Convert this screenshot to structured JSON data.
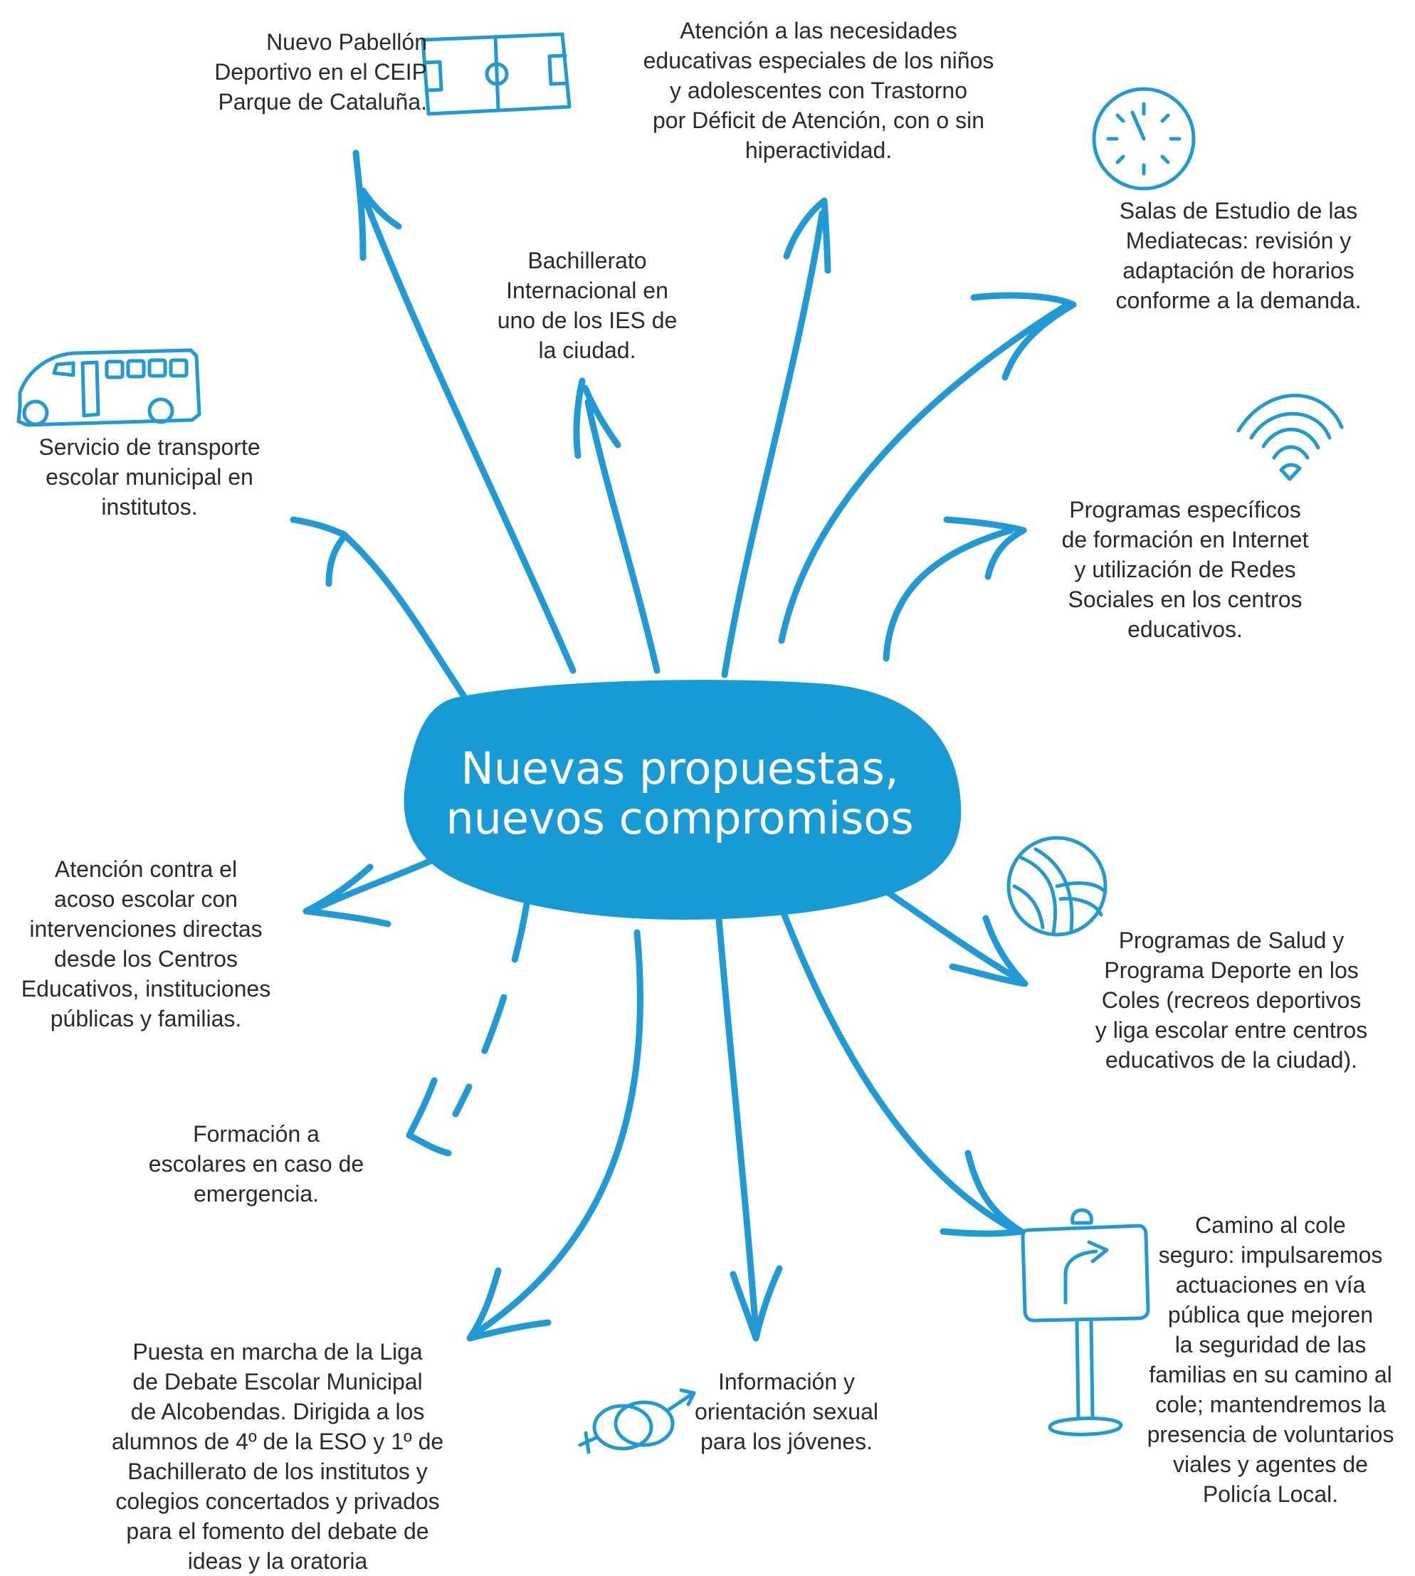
{
  "diagram": {
    "type": "mind-map",
    "center": {
      "lines": [
        "Nuevas propuestas,",
        "nuevos compromisos"
      ]
    },
    "accent_color": "#1f9ad6",
    "branches": [
      {
        "id": "pabellon",
        "icon": "football-field-icon",
        "lines": [
          "Nuevo Pabellón",
          "Deportivo en el CEIP",
          "Parque de Cataluña."
        ]
      },
      {
        "id": "tdah",
        "lines": [
          "Atención a las necesidades",
          "educativas especiales de los niños",
          "y adolescentes con Trastorno",
          "por Déficit de Atención, con o sin",
          "hiperactividad."
        ]
      },
      {
        "id": "salas",
        "icon": "clock-icon",
        "lines": [
          "Salas de Estudio de las",
          "Mediatecas: revisión y",
          "adaptación de horarios",
          "conforme a la demanda."
        ]
      },
      {
        "id": "bachillerato",
        "lines": [
          "Bachillerato",
          "Internacional en",
          "uno de los IES de",
          "la ciudad."
        ]
      },
      {
        "id": "transporte",
        "icon": "bus-icon",
        "lines": [
          "Servicio de transporte",
          "escolar municipal en",
          "institutos."
        ]
      },
      {
        "id": "internet",
        "icon": "wifi-icon",
        "lines": [
          "Programas específicos",
          "de formación en Internet",
          "y utilización de Redes",
          "Sociales en los centros",
          "educativos."
        ]
      },
      {
        "id": "acoso",
        "lines": [
          "Atención contra el",
          "acoso escolar con",
          "intervenciones directas",
          "desde los Centros",
          "Educativos, instituciones",
          "públicas y familias."
        ]
      },
      {
        "id": "salud",
        "icon": "volleyball-icon",
        "lines": [
          "Programas de Salud y",
          "Programa Deporte en los",
          "Coles (recreos deportivos",
          "y liga escolar entre centros",
          "educativos de la ciudad)."
        ]
      },
      {
        "id": "emergencia",
        "lines": [
          "Formación a",
          "escolares en caso de",
          "emergencia."
        ]
      },
      {
        "id": "camino",
        "icon": "road-sign-icon",
        "lines": [
          "Camino al cole",
          "seguro: impulsaremos",
          "actuaciones en vía",
          "pública que mejoren",
          "la seguridad de las",
          "familias en su camino al",
          "cole; mantendremos la",
          "presencia de voluntarios",
          "viales y agentes de",
          "Policía Local."
        ]
      },
      {
        "id": "debate",
        "lines": [
          "Puesta en marcha de la Liga",
          "de Debate Escolar Municipal",
          "de Alcobendas.  Dirigida a los",
          "alumnos de 4º de la ESO y 1º de",
          "Bachillerato de los institutos y",
          "colegios concertados y privados",
          "para el fomento del debate de",
          "ideas y la oratoria"
        ]
      },
      {
        "id": "sexual",
        "icon": "gender-symbols-icon",
        "lines": [
          "Información y",
          "orientación sexual",
          "para los jóvenes."
        ]
      }
    ]
  }
}
